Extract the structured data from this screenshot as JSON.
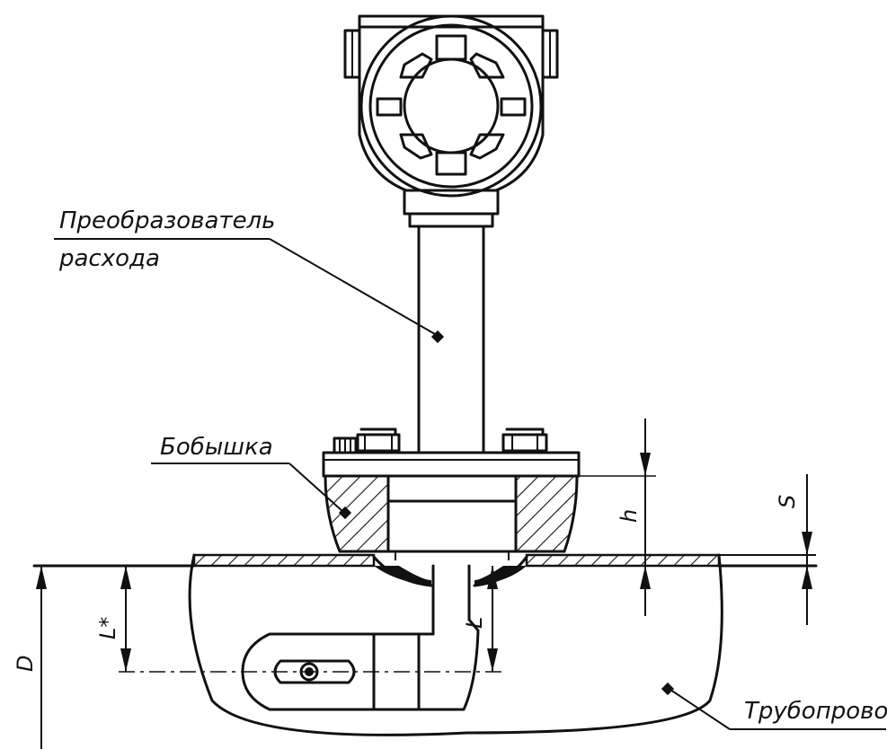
{
  "labels": {
    "converter_line1": "Преобразователь",
    "converter_line2": "расхода",
    "boss": "Бобышка",
    "pipeline": "Трубопровод"
  },
  "dimensions": {
    "h": "h",
    "s": "S",
    "d": "D",
    "l_star": "L*",
    "l": "L"
  },
  "colors": {
    "line": "#111111",
    "background": "#ffffff"
  }
}
